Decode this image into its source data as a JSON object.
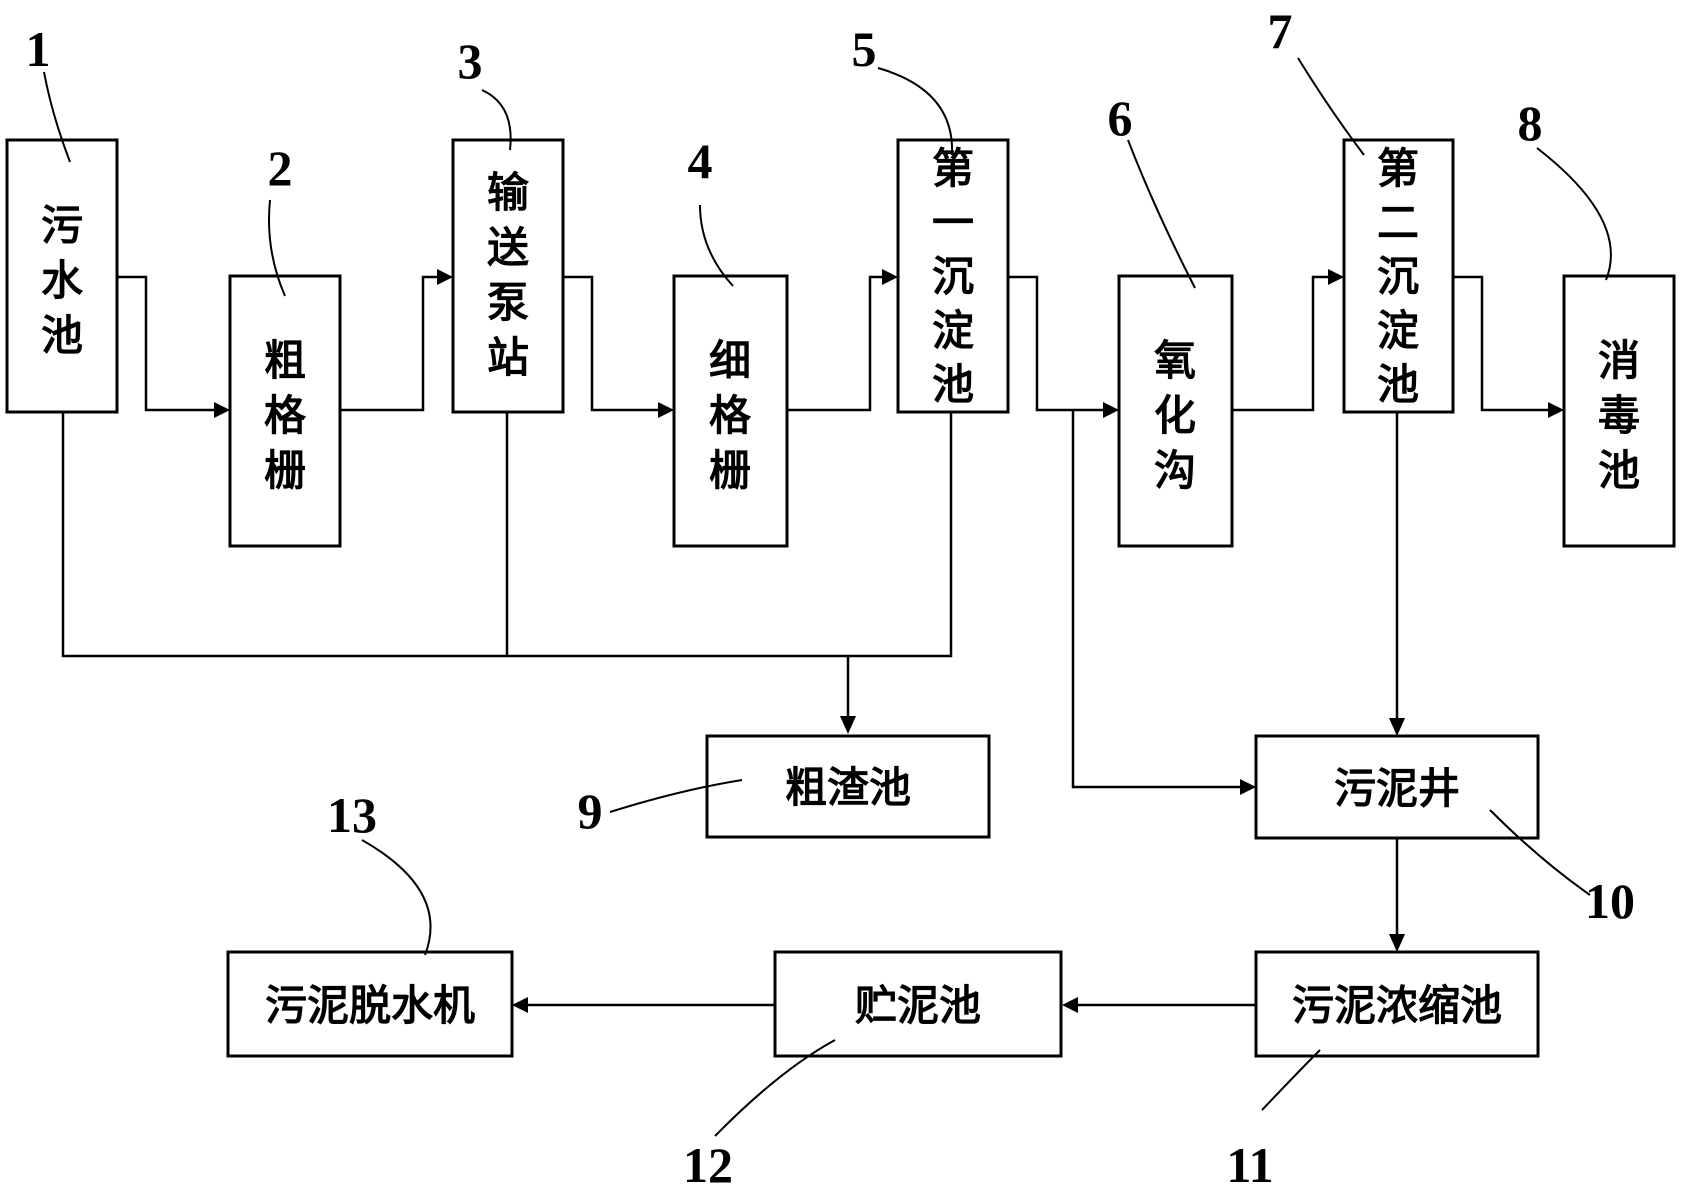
{
  "nodes": [
    {
      "id": "n1",
      "number": "1",
      "label": [
        "污",
        "水",
        "池"
      ]
    },
    {
      "id": "n2",
      "number": "2",
      "label": [
        "粗",
        "格",
        "栅"
      ]
    },
    {
      "id": "n3",
      "number": "3",
      "label": [
        "输",
        "送",
        "泵",
        "站"
      ]
    },
    {
      "id": "n4",
      "number": "4",
      "label": [
        "细",
        "格",
        "栅"
      ]
    },
    {
      "id": "n5",
      "number": "5",
      "label": [
        "第",
        "一",
        "沉",
        "淀",
        "池"
      ]
    },
    {
      "id": "n6",
      "number": "6",
      "label": [
        "氧",
        "化",
        "沟"
      ]
    },
    {
      "id": "n7",
      "number": "7",
      "label": [
        "第",
        "二",
        "沉",
        "淀",
        "池"
      ]
    },
    {
      "id": "n8",
      "number": "8",
      "label": [
        "消",
        "毒",
        "池"
      ]
    },
    {
      "id": "n9",
      "number": "9",
      "label": "粗渣池"
    },
    {
      "id": "n10",
      "number": "10",
      "label": "污泥井"
    },
    {
      "id": "n11",
      "number": "11",
      "label": "污泥浓缩池"
    },
    {
      "id": "n12",
      "number": "12",
      "label": "贮泥池"
    },
    {
      "id": "n13",
      "number": "13",
      "label": "污泥脱水机"
    }
  ],
  "edges": [
    {
      "from": "n1",
      "to": "n2"
    },
    {
      "from": "n2",
      "to": "n3"
    },
    {
      "from": "n3",
      "to": "n4"
    },
    {
      "from": "n4",
      "to": "n5"
    },
    {
      "from": "n5",
      "to": "n6"
    },
    {
      "from": "n6",
      "to": "n7"
    },
    {
      "from": "n7",
      "to": "n8"
    },
    {
      "from": "n1",
      "to": "n9"
    },
    {
      "from": "n3",
      "to": "n9"
    },
    {
      "from": "n5",
      "to": "n9"
    },
    {
      "from": "n5",
      "to": "n10"
    },
    {
      "from": "n7",
      "to": "n10"
    },
    {
      "from": "n10",
      "to": "n11"
    },
    {
      "from": "n11",
      "to": "n12"
    },
    {
      "from": "n12",
      "to": "n13"
    }
  ]
}
